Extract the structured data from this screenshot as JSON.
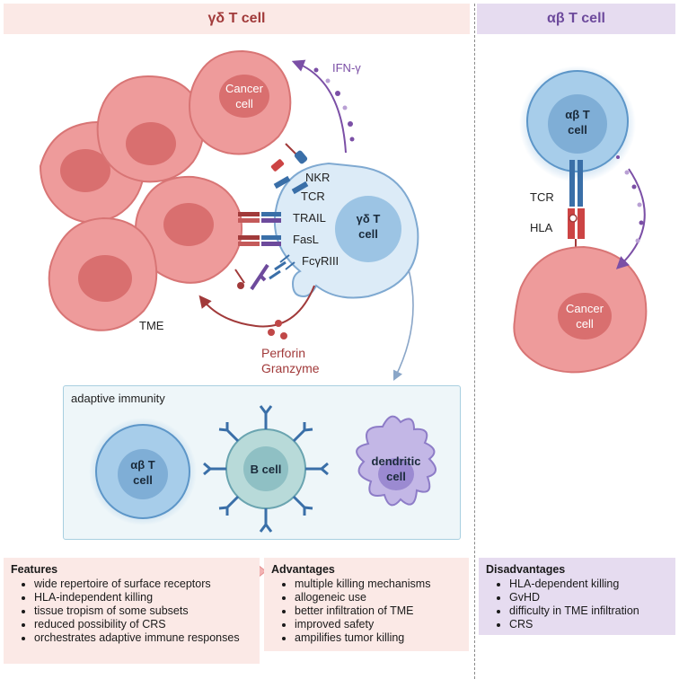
{
  "headers": {
    "gamma_delta": "γδ T cell",
    "alpha_beta": "αβ T cell"
  },
  "left_diagram": {
    "cancer_cell_label": "Cancer\ncell",
    "gd_cell_label": "γδ T\ncell",
    "receptors": [
      "NKR",
      "TCR",
      "TRAIL",
      "FasL",
      "FcγRIII"
    ],
    "ifn_label": "IFN-γ",
    "tme_label": "TME",
    "perforin_label": "Perforin",
    "granzyme_label": "Granzyme"
  },
  "adaptive": {
    "title": "adaptive immunity",
    "ab_cell": "αβ T\ncell",
    "b_cell": "B cell",
    "dendritic": "dendritic\ncell"
  },
  "right_diagram": {
    "ab_cell_label": "αβ T\ncell",
    "tcr_label": "TCR",
    "hla_label": "HLA",
    "cancer_cell_label": "Cancer\ncell"
  },
  "features": {
    "title": "Features",
    "items": [
      "wide repertoire of surface receptors",
      "HLA-independent killing",
      "tissue tropism of some subsets",
      "reduced possibility of CRS",
      "orchestrates adaptive immune responses"
    ]
  },
  "advantages": {
    "title": "Advantages",
    "items": [
      "multiple killing mechanisms",
      "allogeneic use",
      "better infiltration of TME",
      "improved safety",
      "ampilifies tumor killing"
    ]
  },
  "disadvantages": {
    "title": "Disadvantages",
    "items": [
      "HLA-dependent killing",
      "GvHD",
      "difficulty in TME infiltration",
      "CRS"
    ]
  },
  "colors": {
    "cancer_fill": "#ee9b9b",
    "cancer_nucleus": "#d96f6f",
    "t_cell_fill": "#dcebf7",
    "t_cell_nucleus": "#9cc4e4",
    "accent_red": "#a13a3a",
    "accent_purple": "#6d4a9c"
  }
}
